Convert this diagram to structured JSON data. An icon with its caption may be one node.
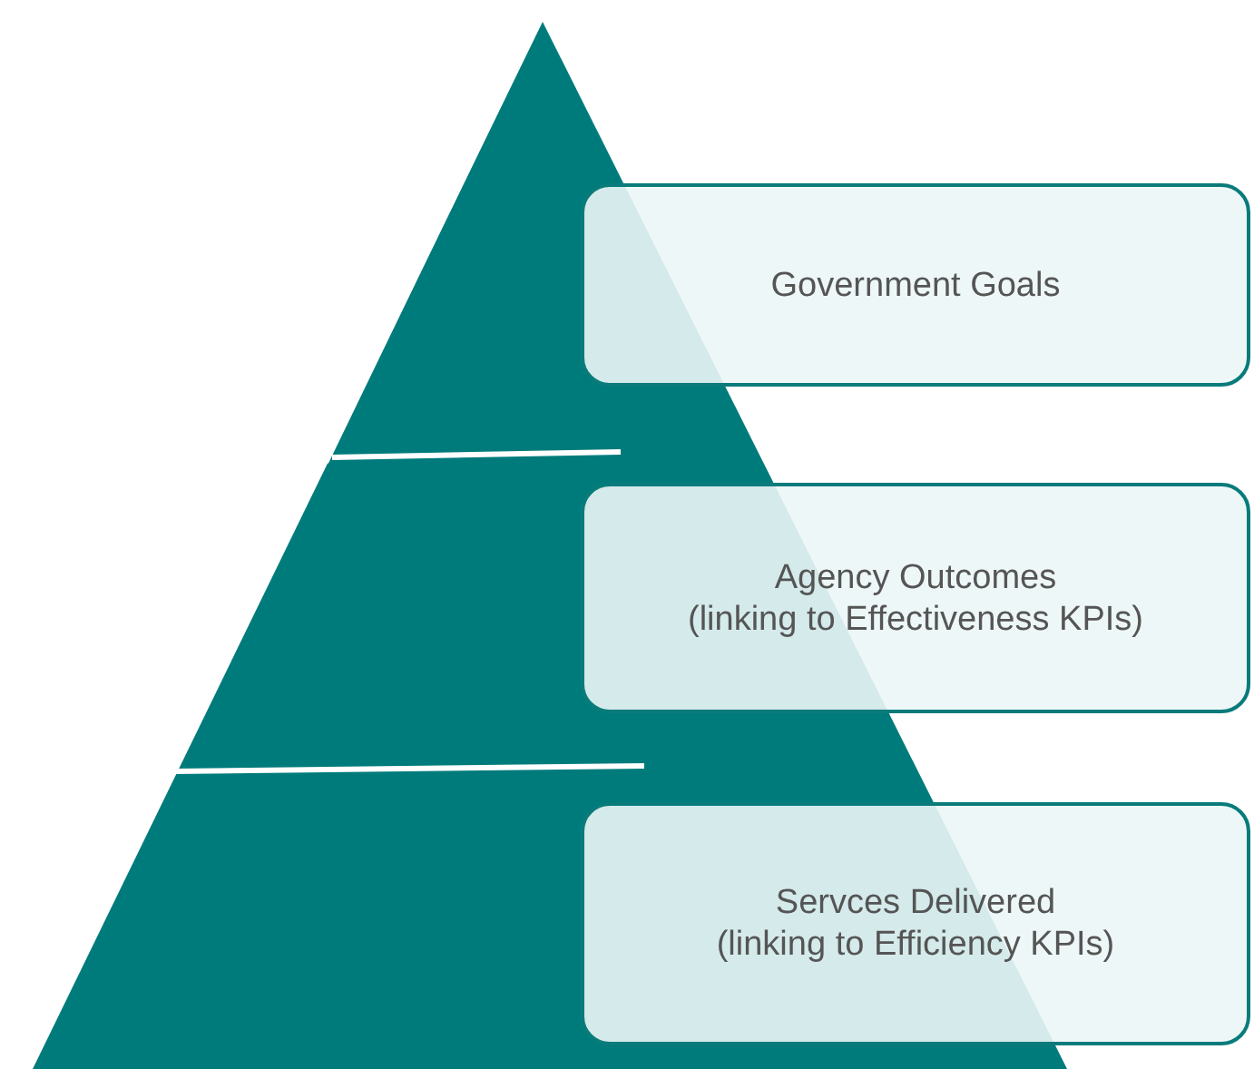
{
  "diagram": {
    "nodes": [
      {
        "text": [
          "Government Goals"
        ]
      },
      {
        "text": [
          "Agency Outcomes",
          "(linking to Effectiveness KPIs)"
        ]
      },
      {
        "text": [
          "Servces Delivered",
          "(linking to Efficiency KPIs)"
        ]
      }
    ],
    "edges": []
  }
}
